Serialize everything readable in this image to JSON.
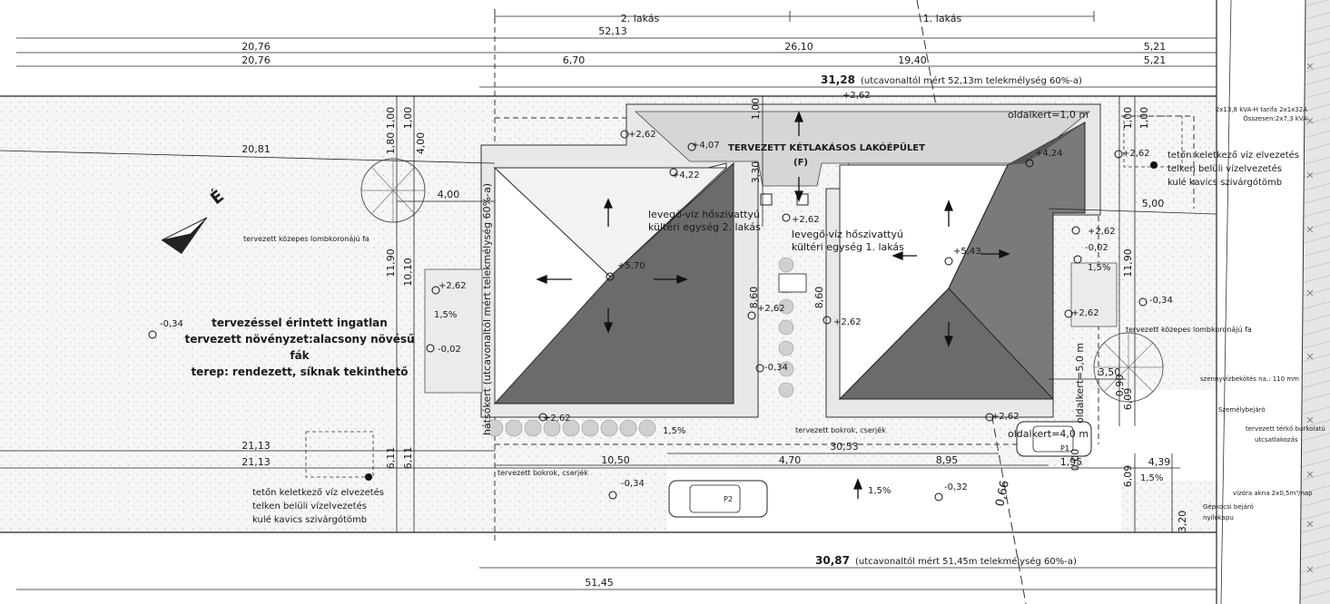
{
  "dimensions": {
    "apartment_2": "2. lakás",
    "apartment_1": "1. lakás",
    "total_top": "52,13",
    "left_top": "20,76",
    "building_width": "26,10",
    "right_top": "5,21",
    "left_row2": "20,76",
    "seg_670": "6,70",
    "seg_1940": "19,40",
    "right_row2": "5,21",
    "left_2081": "20,81",
    "seg_400": "4,00",
    "left_2113a": "21,13",
    "left_2113b": "21,13",
    "seg_1050": "10,50",
    "seg_470": "4,70",
    "seg_895": "8,95",
    "seg_195": "1,95",
    "seg_439": "4,39",
    "seg_3053": "30,53",
    "seg_500": "5,00",
    "seg_350": "3,50",
    "bottom_total": "51,45",
    "v_100a": "1,00",
    "v_100b": "1,00",
    "v_180": "1,80",
    "v_400": "4,00",
    "v_1190a": "11,90",
    "v_1010": "10,10",
    "v_330": "3,30",
    "v_100c": "1,00",
    "v_860a": "8,60",
    "v_860b": "8,60",
    "v_100d": "1,00",
    "v_100e": "1,00",
    "v_1190b": "11,90",
    "v_611a": "6,11",
    "v_611b": "6,11",
    "v_609a": "6,09",
    "v_609b": "6,09",
    "v_320": "3,20",
    "v_000": "0,00",
    "v_090": "0,90",
    "diag_066": "0,66"
  },
  "depth_top": {
    "value": "31,28",
    "note": "(utcavonaltól mért 52,13m telekmélység 60%-a)"
  },
  "depth_bottom": {
    "value": "30,87",
    "note": "(utcavonaltól mért 51,45m telekmélység 60%-a)"
  },
  "levels": {
    "l262_top": "+2,62",
    "l262_a": "+2,62",
    "l407": "+4,07",
    "l422": "+4,22",
    "l262_b": "+2,62",
    "l424": "+4,24",
    "l262_c": "+2,62",
    "l262_d": "+2,62",
    "l002_a": "-0,02",
    "l570": "+5,70",
    "l543": "+5,43",
    "l262_e": "+2,62",
    "l262_f": "+2,62",
    "l262_g": "+2,62",
    "l034_a": "-0,34",
    "l034_b": "-0,34",
    "l034_c": "-0,34",
    "l034_d": "-0,34",
    "l002_b": "-0,02",
    "l262_h": "+2,62",
    "l262_i": "+2,62",
    "l262_j": "+2,62",
    "l032": "-0,32"
  },
  "slopes": {
    "s1": "1,5%",
    "s2": "1,5%",
    "s3": "1,5%",
    "s4": "1,5%",
    "s5": "1,5%"
  },
  "labels": {
    "building_title": "TERVEZETT KÉTLAKÁSOS LAKÓÉPÜLET",
    "building_code": "(F)",
    "hp2_line1": "levegő-víz hőszivattyú",
    "hp2_line2": "kültéri egység 2. lakás",
    "hp1_line1": "levegő-víz hőszivattyú",
    "hp1_line2": "kültéri egység 1. lakás",
    "side_garden_top": "oldalkert=1,0 m",
    "power": "2x13,8 kVA-H tarifa 2x1x32A",
    "power_total": "Összesen:2x7,3 kVA",
    "drain_r1": "tetőn keletkező víz elvezetés",
    "drain_r2": "telken belüli vízelvezetés",
    "drain_r3": "kulé kavics szivárgótömb",
    "tree_left": "tervezett közepes lombkoronájú fa",
    "tree_right": "tervezett közepes lombkoronájú fa",
    "prop1": "tervezéssel érintett ingatlan",
    "prop2": "tervezett növényzet:alacsony növésű",
    "prop3": "fák",
    "prop4": "terep: rendezett, síknak tekinthető",
    "backyard": "hátsókert  (utcavonaltól mért telekmélység 60%-a)",
    "shrubs_mid": "tervezett bokrok, cserjék",
    "shrubs_left": "tervezett bokrok, cserjék",
    "side_garden_5": "oldalkert=5,0 m",
    "side_garden_4": "oldalkert=4,0 m",
    "sewer": "szennyvízbekötés na.: 110 mm",
    "ped_entry": "Személybejáró",
    "paving1": "tervezett térkő burkolatú",
    "paving2": "utcsatlakozás",
    "water_meter": "vízóra akna 2x0,5m³/nap",
    "car_entry1": "Gépkocsi bejáró",
    "car_entry2": "nyílókapu",
    "drain_b1": "tetőn keletkező víz elvezetés",
    "drain_b2": "telken belüli vízelvezetés",
    "drain_b3": "kulé kavics szivárgótömb",
    "p1": "P1",
    "p2": "P2",
    "compass": "É"
  }
}
